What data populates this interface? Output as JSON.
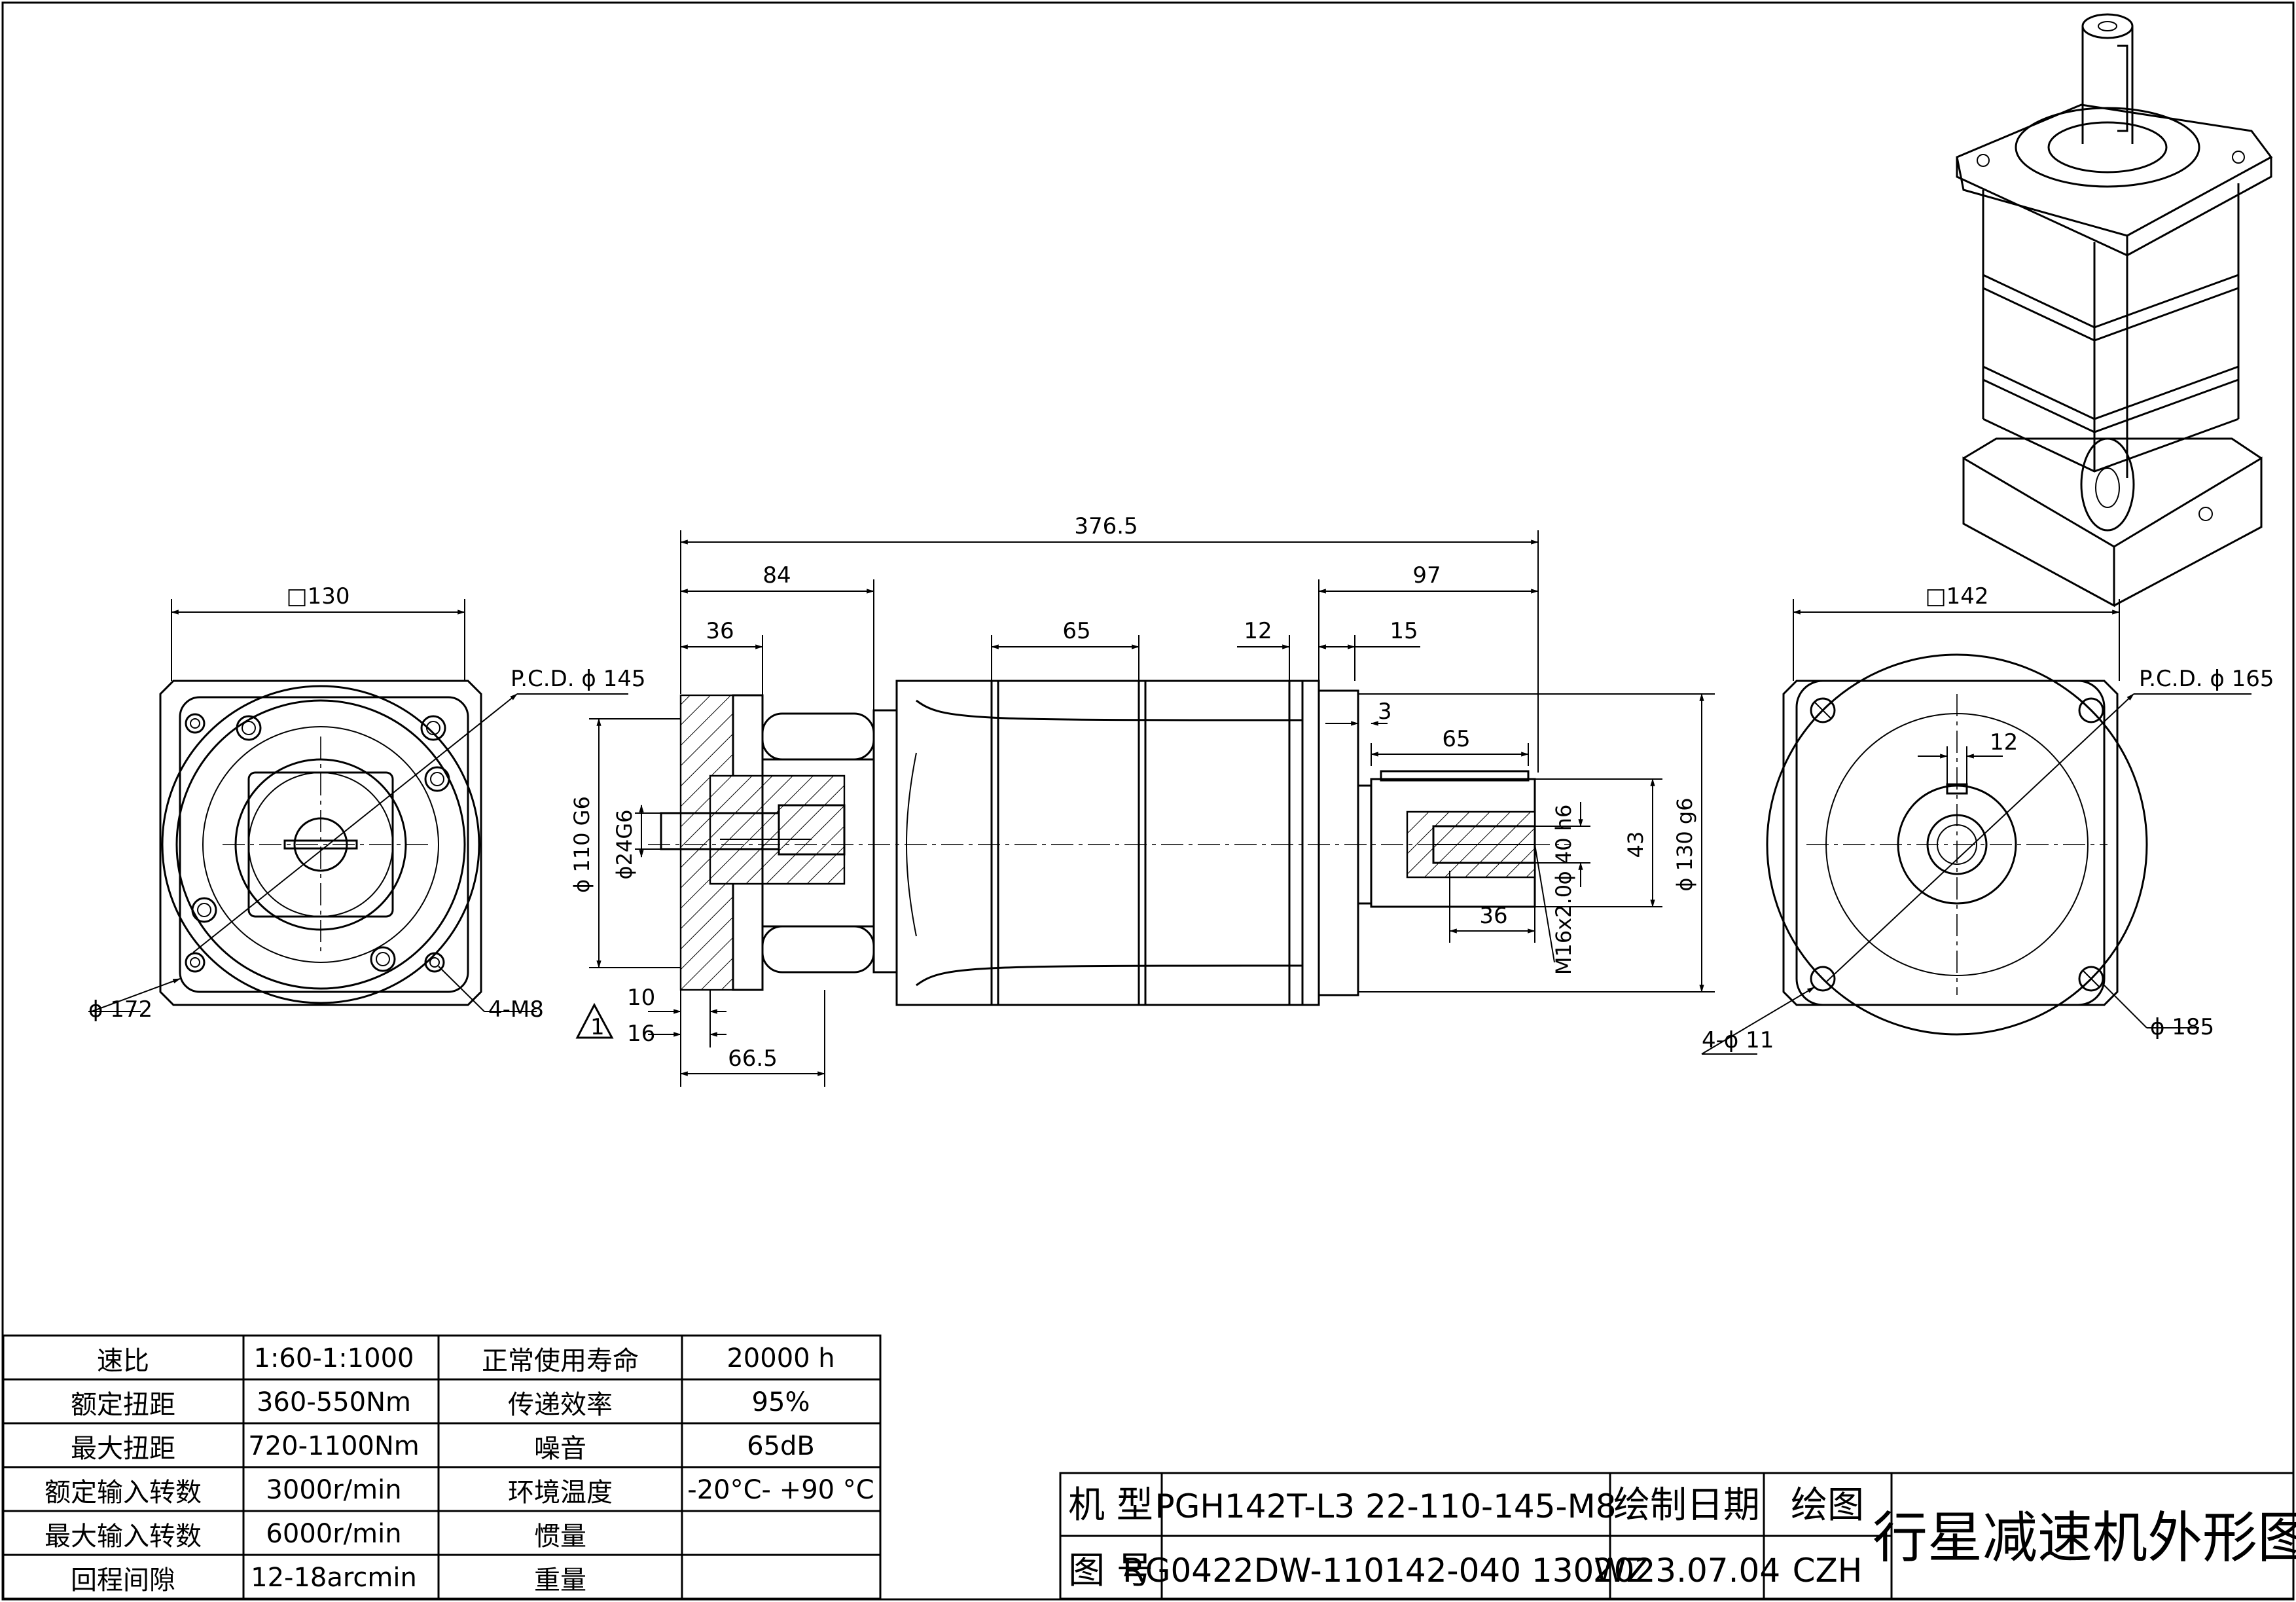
{
  "front_view": {
    "square": "□130",
    "pcd": "P.C.D.  ϕ 145",
    "outer_dia": "ϕ 172",
    "holes": "4-M8"
  },
  "side_view": {
    "overall": "376.5",
    "d84": "84",
    "d36_top": "36",
    "d65_body": "65",
    "d12": "12",
    "d15": "15",
    "d97": "97",
    "d3": "3",
    "d65_key": "65",
    "d36_bottom": "36",
    "d10": "10",
    "d16": "16",
    "d66_5": "66.5",
    "bore": "ϕ24G6",
    "pilot": "ϕ 110 G6",
    "shaft": "ϕ 40 h6",
    "d43": "43",
    "spigot": "ϕ 130 g6",
    "thread": "M16x2.0",
    "triangle": "1"
  },
  "output_view": {
    "square": "□142",
    "pcd": "P.C.D.  ϕ 165",
    "key": "12",
    "holes": "4-ϕ 11",
    "outer_dia": "ϕ 185"
  },
  "spec_table": {
    "rows": [
      {
        "k1": "速比",
        "v1": "1:60-1:1000",
        "k2": "正常使用寿命",
        "v2": "20000 h"
      },
      {
        "k1": "额定扭距",
        "v1": "360-550Nm",
        "k2": "传递效率",
        "v2": "95%"
      },
      {
        "k1": "最大扭距",
        "v1": "720-1100Nm",
        "k2": "噪音",
        "v2": "65dB"
      },
      {
        "k1": "额定输入转数",
        "v1": "3000r/min",
        "k2": "环境温度",
        "v2": "-20°C- +90 °C"
      },
      {
        "k1": "最大输入转数",
        "v1": "6000r/min",
        "k2": "惯量",
        "v2": ""
      },
      {
        "k1": "回程间隙",
        "v1": "12-18arcmin",
        "k2": "重量",
        "v2": ""
      }
    ]
  },
  "title_block": {
    "model_label": "机 型",
    "model_value": "PGH142T-L3   22-110-145-M8",
    "drawing_no_label": "图 号",
    "drawing_no_value": "RG0422DW-110142-040 130WZ",
    "date_label": "绘制日期",
    "date_value": "2023.07.04",
    "drafter_label": "绘图",
    "drafter_value": "CZH",
    "title": "行星减速机外形图"
  }
}
